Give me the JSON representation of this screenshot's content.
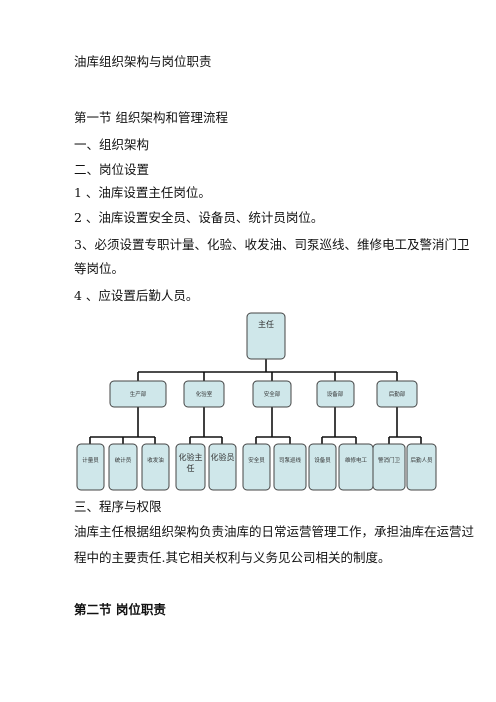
{
  "title": "油库组织架构与岗位职责",
  "section1": {
    "heading": "第一节  组织架构和管理流程",
    "item1": "一、组织架构",
    "item2": "二、岗位设置",
    "p1": "1 、油库设置主任岗位。",
    "p2": "2 、油库设置安全员、设备员、统计员岗位。",
    "p3_line1": "3、必须设置专职计量、化验、收发油、司泵巡线、维修电工及警消门卫",
    "p3_line2": "等岗位。",
    "p4": "4 、应设置后勤人员。"
  },
  "org_chart": {
    "root": "主任",
    "departments": [
      "生产部",
      "化验室",
      "安全部",
      "设备部",
      "后勤部"
    ],
    "staff": [
      "计量员",
      "统计员",
      "收发油",
      "化验主任",
      "化验员",
      "安全员",
      "司泵巡线",
      "设备员",
      "维修电工",
      "警消门卫",
      "后勤人员"
    ]
  },
  "section3": {
    "item3": "三、程序与权限",
    "para_line1": "油库主任根据组织架构负责油库的日常运营管理工作，承担油库在运营过",
    "para_line2": "程中的主要责任.其它相关权利与义务见公司相关的制度。"
  },
  "section2_heading": "第二节  岗位职责"
}
